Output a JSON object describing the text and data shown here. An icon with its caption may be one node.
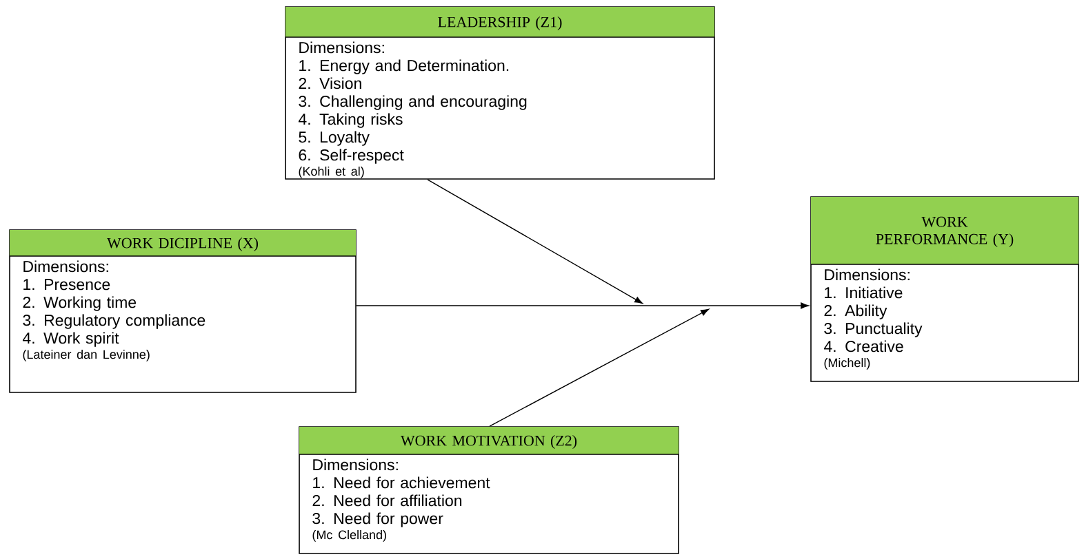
{
  "diagram": {
    "nodes": [
      {
        "text": [
          "LEADERSHIP (Z1)",
          "Dimensions:",
          "1. Energy and Determination.",
          "2. Vision",
          "3. Challenging and encouraging",
          "4. Taking risks",
          "5. Loyalty",
          "6. Self-respect",
          "(Kohli et al)"
        ]
      },
      {
        "text": [
          "WORK DICIPLINE (X)",
          "Dimensions:",
          "1. Presence",
          "2. Working time",
          "3. Regulatory compliance",
          "4. Work spirit",
          "(Lateiner dan Levinne)"
        ]
      },
      {
        "text": [
          "WORK PERFORMANCE (Y)",
          "Dimensions:",
          "1. Initiative",
          "2. Ability",
          "3. Punctuality",
          "4. Creative",
          "(Michell)"
        ]
      },
      {
        "text": [
          "WORK MOTIVATION (Z2)",
          "Dimensions:",
          "1. Need for achievement",
          "2. Need for affiliation",
          "3. Need for power",
          "(Mc Clelland)"
        ]
      }
    ],
    "edges": [
      {
        "from": 1,
        "to": 2,
        "arrow": "to"
      },
      {
        "from": 0,
        "to": null,
        "arrow": "to"
      },
      {
        "from": 3,
        "to": null,
        "arrow": "to"
      }
    ]
  }
}
